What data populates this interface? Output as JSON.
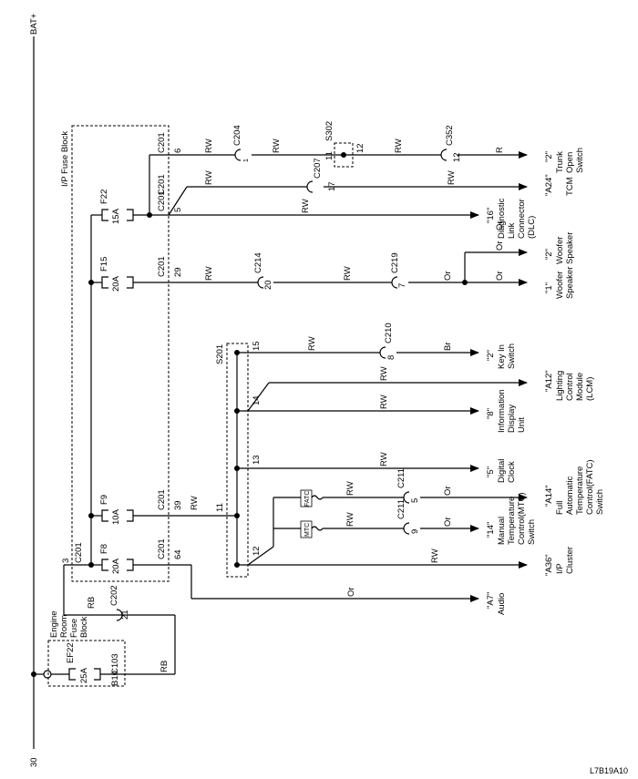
{
  "rails": {
    "bat": "BAT+",
    "ground_num": "30"
  },
  "blocks": {
    "ip_fuse_block": "I/P Fuse Block",
    "engine_room": [
      "Engine",
      "Room",
      "Fuse",
      "Block"
    ]
  },
  "fuses": {
    "ef22": {
      "name": "EF22",
      "rating": "25A"
    },
    "f22": {
      "name": "F22",
      "rating": "15A"
    },
    "f15": {
      "name": "F15",
      "rating": "20A"
    },
    "f9": {
      "name": "F9",
      "rating": "10A"
    },
    "f8": {
      "name": "F8",
      "rating": "20A"
    }
  },
  "connectors": {
    "c103": "C103",
    "b10": "B10",
    "c202": "C202",
    "c202_pin": "21",
    "c201_3": "C201",
    "c201_3_pin": "3",
    "c201_f22a": "C201",
    "c201_f22a_pin": "6",
    "c201_f22b": "C201",
    "c201_f22b_pin": "5",
    "c201_f15": "C201",
    "c201_f15_pin": "29",
    "c201_f9": "C201",
    "c201_f9_pin": "39",
    "c201_f8": "C201",
    "c201_f8_pin": "64",
    "c204": "C204",
    "c204_pin": "1",
    "s302": "S302",
    "s302_in": "11",
    "s302_out": "12",
    "c352": "C352",
    "c352_pin": "12",
    "c207": "C207",
    "c207_pin": "17",
    "c214": "C214",
    "c214_pin": "20",
    "c219": "C219",
    "c219_pin": "7",
    "s201": "S201",
    "s201_pins": [
      "15",
      "14",
      "13",
      "11",
      "12"
    ],
    "c210": "C210",
    "c210_pin": "8",
    "c211_fatc": "C211",
    "c211_fatc_pin": "5",
    "c211_mtc": "C211",
    "c211_mtc_pin": "9",
    "fatc_tag": "FATC",
    "mtc_tag": "MTC"
  },
  "wire_colors": {
    "rb": "RB",
    "rw": "RW",
    "r": "R",
    "or": "Or",
    "br": "Br"
  },
  "destinations": {
    "trunk": {
      "ref": "\"2\"",
      "lines": [
        "Trunk",
        "Open",
        "Switch"
      ]
    },
    "tcm": {
      "ref": "\"A24\"",
      "lines": [
        "TCM"
      ]
    },
    "dlc": {
      "ref": "\"16\"",
      "lines": [
        "Diagnostic",
        "Link",
        "Connector",
        "(DLC)"
      ]
    },
    "woofer2": {
      "ref": "\"2\"",
      "lines": [
        "Woofer",
        "Speaker"
      ]
    },
    "woofer1": {
      "ref": "\"1\"",
      "lines": [
        "Woofer",
        "Speaker"
      ]
    },
    "or_label": "Or",
    "keyin": {
      "ref": "\"2\"",
      "lines": [
        "Key In",
        "Switch"
      ]
    },
    "lcm": {
      "ref": "\"A12\"",
      "lines": [
        "Lighting",
        "Control",
        "Module",
        "(LCM)"
      ]
    },
    "idu": {
      "ref": "\"8\"",
      "lines": [
        "Information",
        "Display",
        "Unit"
      ]
    },
    "clock": {
      "ref": "\"5\"",
      "lines": [
        "Digital",
        "Clock"
      ]
    },
    "fatc": {
      "ref": "\"A14\"",
      "lines": [
        "Full",
        "Automatic",
        "Temperature",
        "Control(FATC)",
        "Switch"
      ]
    },
    "mtc": {
      "ref": "\"14\"",
      "lines": [
        "Manual",
        "Temperature",
        "Control(MTC)",
        "Switch"
      ]
    },
    "cluster": {
      "ref": "\"A36\"",
      "lines": [
        "I/P",
        "Cluster"
      ]
    },
    "audio": {
      "ref": "\"A7\"",
      "lines": [
        "Audio"
      ]
    }
  },
  "figure_code": "L7B19A10"
}
